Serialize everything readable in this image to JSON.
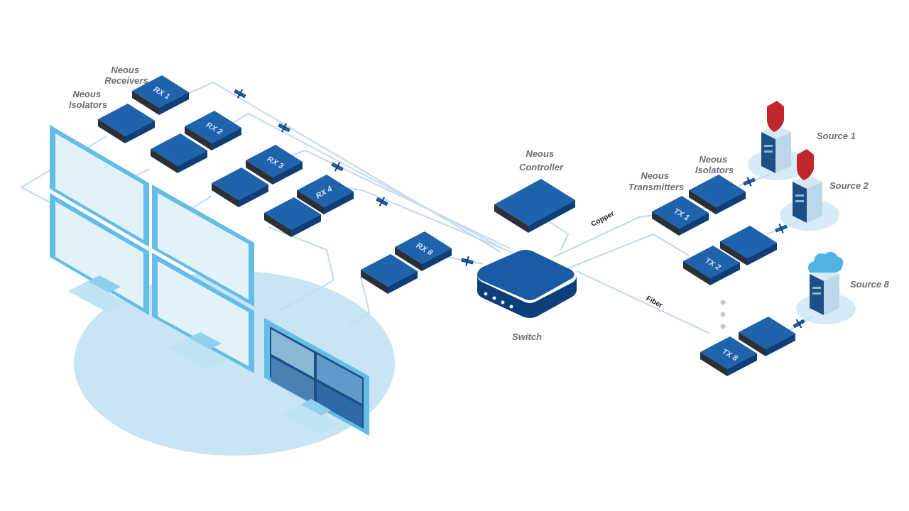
{
  "labels": {
    "neous_receivers": [
      "Neous",
      "Receivers"
    ],
    "neous_isolators_left": [
      "Neous",
      "Isolators"
    ],
    "neous_controller": [
      "Neous",
      "Controller"
    ],
    "neous_transmitters": [
      "Neous",
      "Transmitters"
    ],
    "neous_isolators_right": [
      "Neous",
      "Isolators"
    ],
    "switch": "Switch",
    "copper": "Copper",
    "fiber": "Fiber",
    "source_1": "Source 1",
    "source_2": "Source 2",
    "source_8": "Source 8"
  },
  "receivers": [
    "RX 1",
    "RX 2",
    "RX 3",
    "RX 4",
    "RX 8"
  ],
  "transmitters": [
    "TX 1",
    "TX 2",
    "TX 8"
  ],
  "colors": {
    "device_top": "#1f63ad",
    "device_side": "#0f3e78",
    "device_front": "#2b2f36",
    "cable": "#c5dcee",
    "floor": "#c9e4f4",
    "monitor_frame": "#63bde6",
    "monitor_screen": "#e3f1f9",
    "switch_top": "#1a5ba6",
    "shield": "#c0272d",
    "cloud": "#4fb3e3",
    "label_gray": "#6b6e73"
  }
}
